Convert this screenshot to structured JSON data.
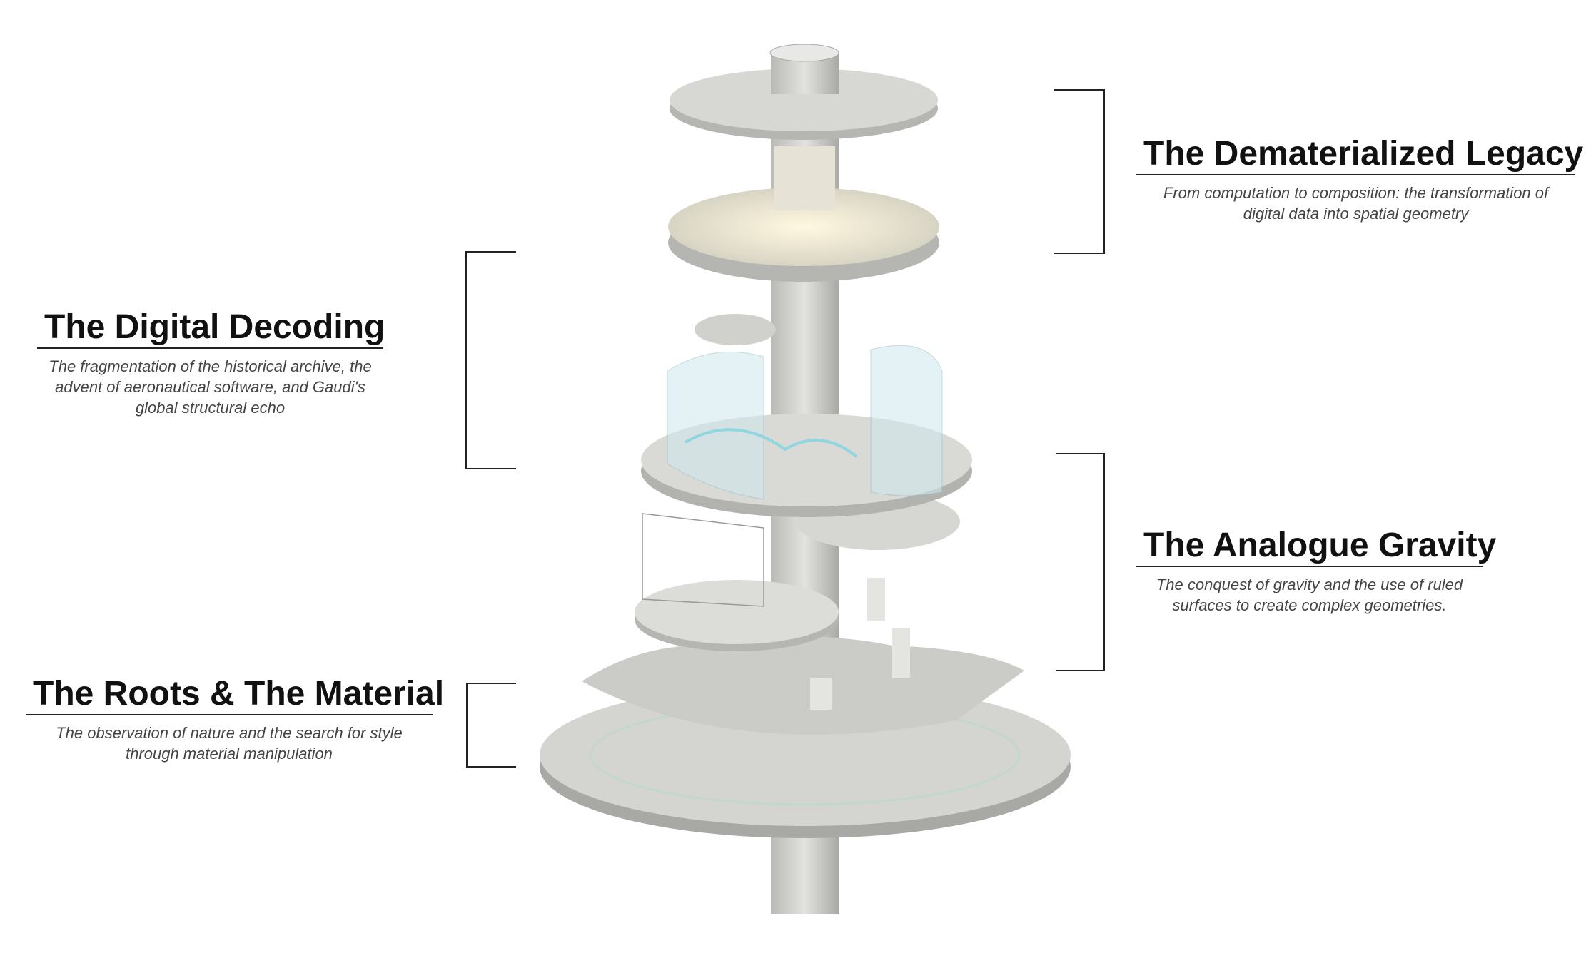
{
  "sections": [
    {
      "title": "The Dematerialized Legacy",
      "subtitle": "From computation to composition: the transformation of digital data into spatial geometry"
    },
    {
      "title": "The Digital Decoding",
      "subtitle": "The fragmentation of the historical archive, the advent of aeronautical software, and Gaudi's global structural echo"
    },
    {
      "title": "The Analogue Gravity",
      "subtitle": "The conquest of gravity and the use of ruled surfaces to create complex geometries."
    },
    {
      "title": "The Roots & The Material",
      "subtitle": "The observation of nature and the search for style through material manipulation"
    }
  ],
  "colors": {
    "plate": "#d9d9d6",
    "plate_edge": "#b8b8b4",
    "column": "#cfcfcb",
    "glow": "#8fd6e0",
    "text": "#111111"
  }
}
